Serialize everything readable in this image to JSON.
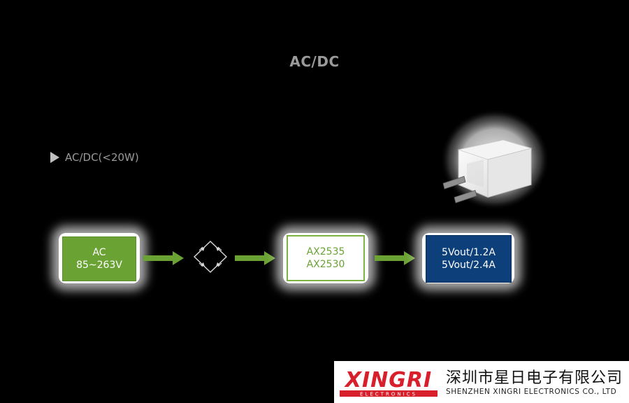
{
  "title": "AC/DC",
  "section_label": "AC/DC(<20W)",
  "blocks": {
    "ac_line1": "AC",
    "ac_line2": "85~263V",
    "ic_line1": "AX2535",
    "ic_line2": "AX2530",
    "out_line1": "5Vout/1.2A",
    "out_line2": "5Vout/2.4A"
  },
  "company": {
    "logo_text": "XINGRI",
    "logo_subtext": "ELECTRONICS",
    "name_cn": "深圳市星日电子有限公司",
    "name_en": "SHENZHEN XINGRI ELECTRONICS CO., LTD"
  },
  "colors": {
    "background": "#000000",
    "block_green": "#6aa234",
    "block_blue": "#0d3f7a",
    "arrow": "#6aa234",
    "logo_red": "#d8202c"
  }
}
